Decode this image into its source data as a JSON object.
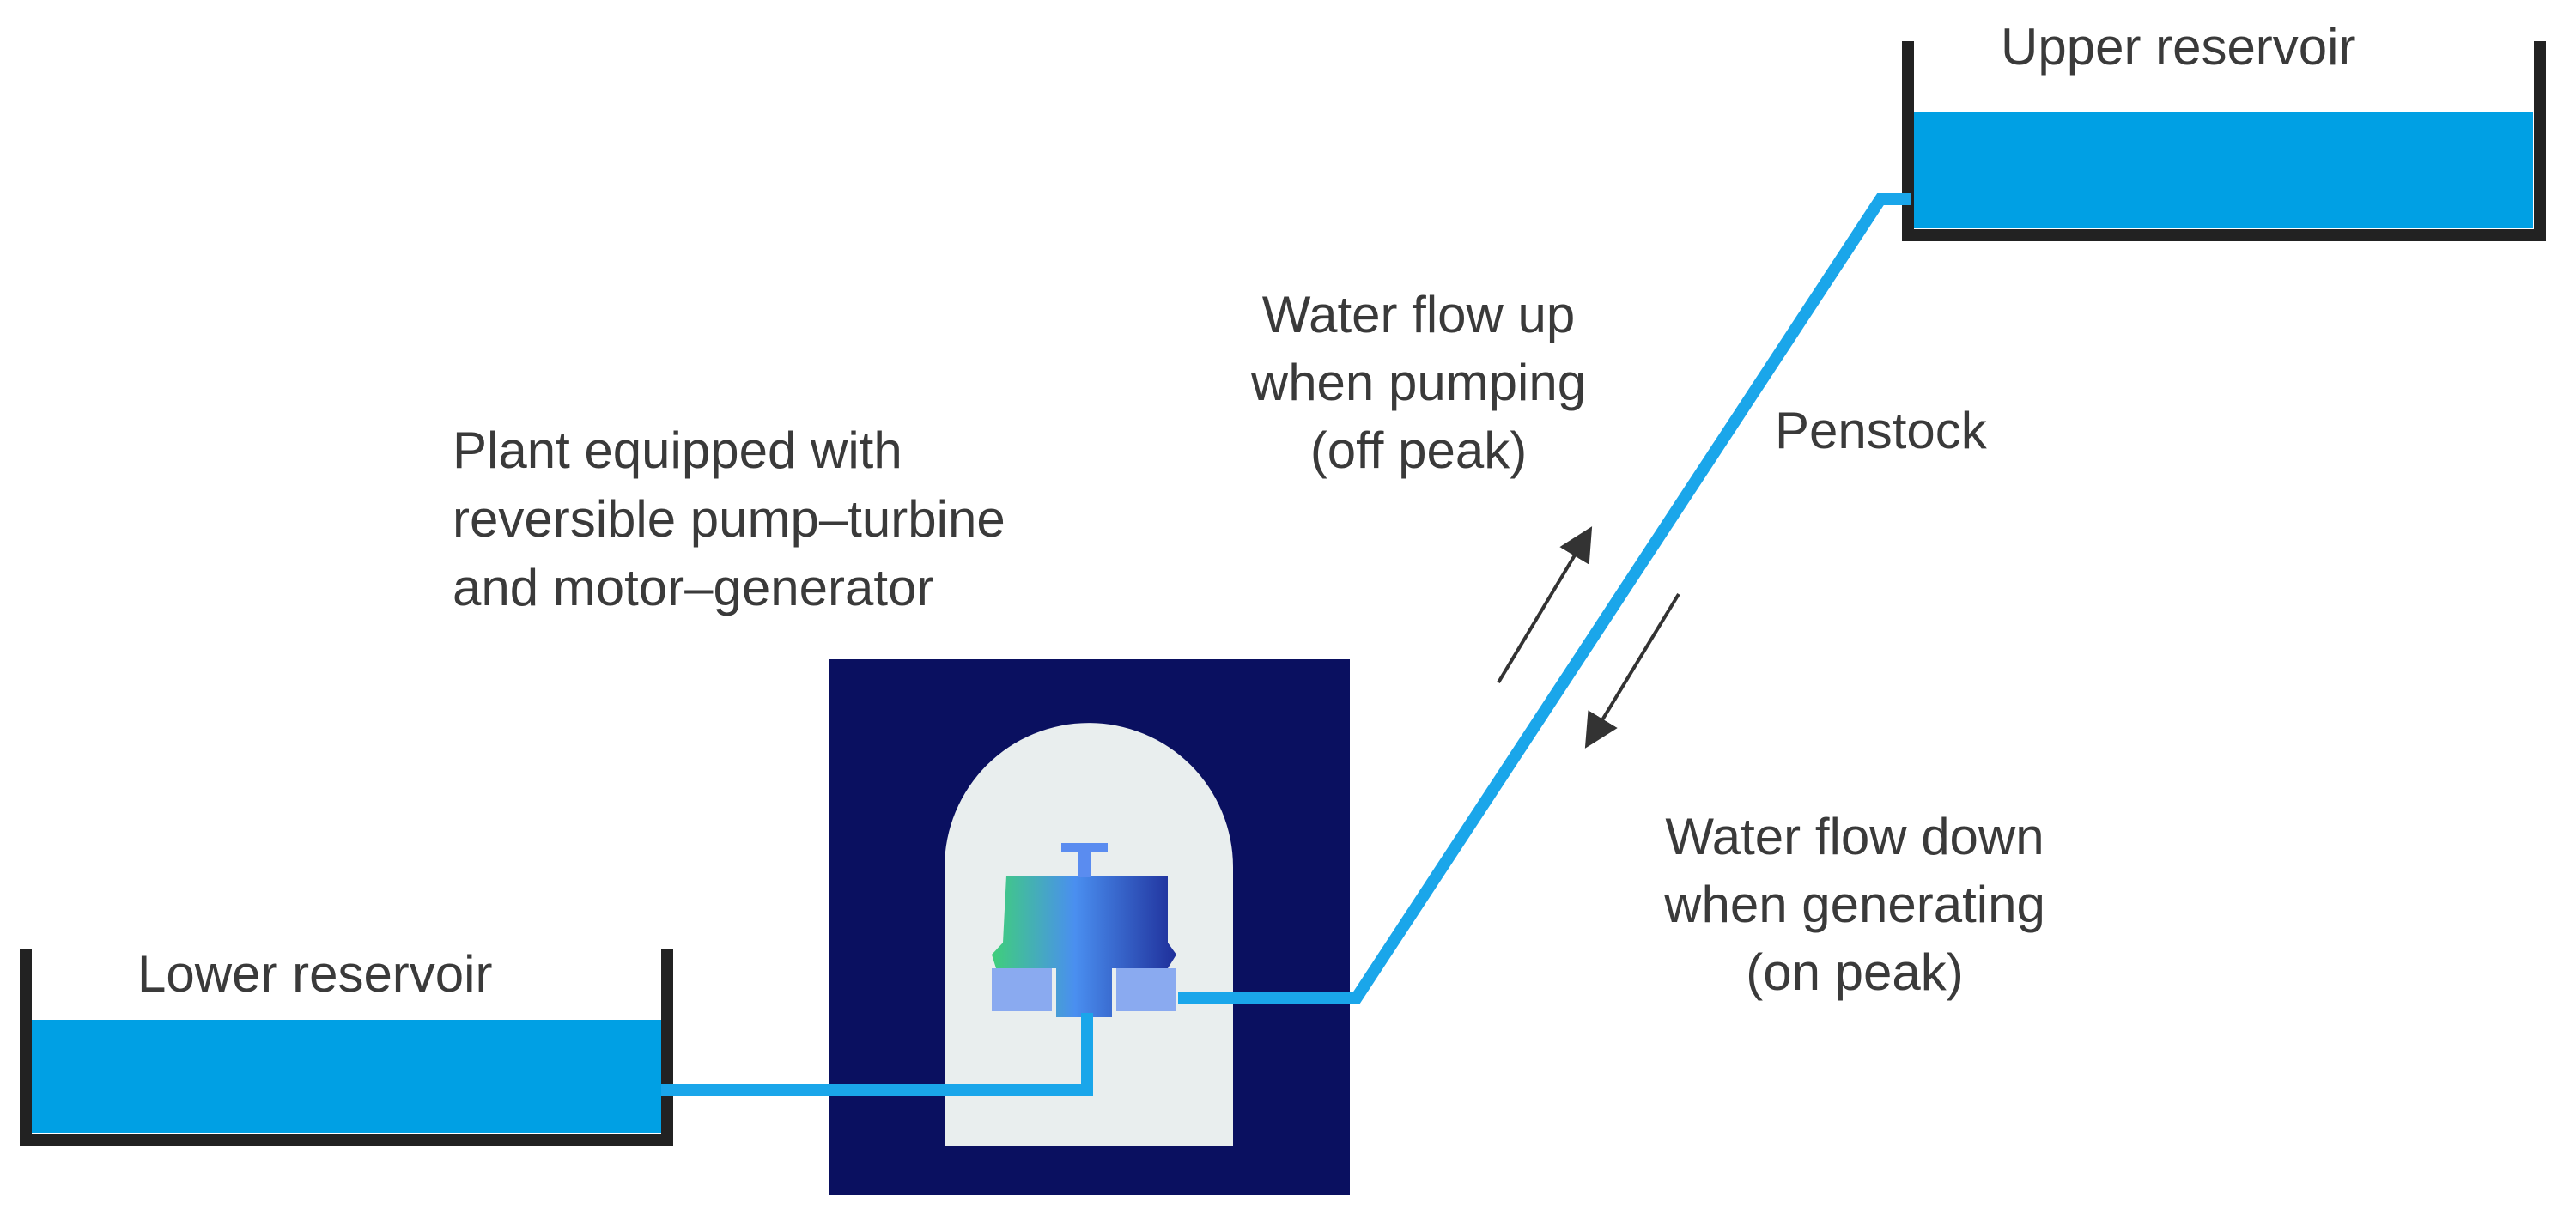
{
  "labels": {
    "upper_reservoir": "Upper reservoir",
    "lower_reservoir": "Lower reservoir",
    "penstock": "Penstock",
    "flow_up": [
      "Water flow up",
      "when pumping",
      "(off peak)"
    ],
    "flow_down": [
      "Water flow down",
      "when generating",
      "(on peak)"
    ],
    "plant": [
      "Plant equipped with",
      "reversible pump–turbine",
      "and motor–generator"
    ]
  },
  "colors": {
    "water": "#00a0e4",
    "pipe": "#1aa6ea",
    "plant_building": "#0a1060",
    "plant_dome": "#e9eeee",
    "machine_base": "#8aaaf0",
    "arrow": "#333333",
    "reservoir_wall": "#222222"
  }
}
